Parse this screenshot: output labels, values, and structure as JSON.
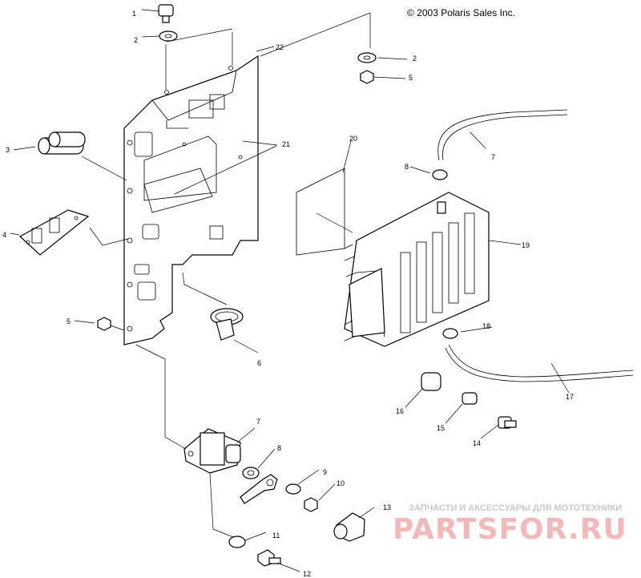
{
  "copyright": "© 2003 Polaris Sales Inc.",
  "watermark": {
    "tagline": "ЗАПЧАСТИ И АКСЕССУАРЫ ДЛЯ МОТОТЕХНИКИ",
    "brand": "PARTSFOR.RU"
  },
  "callouts": {
    "c1": "1",
    "c2a": "2",
    "c2b": "2",
    "c3": "3",
    "c4": "4",
    "c5a": "5",
    "c5b": "5",
    "c6": "6",
    "c7a": "7",
    "c7b": "7",
    "c8a": "8",
    "c8b": "8",
    "c9": "9",
    "c10": "10",
    "c11": "11",
    "c12": "12",
    "c13": "13",
    "c14": "14",
    "c15": "15",
    "c16": "16",
    "c17": "17",
    "c18": "18",
    "c19": "19",
    "c20": "20",
    "c21": "21",
    "c22": "22"
  }
}
